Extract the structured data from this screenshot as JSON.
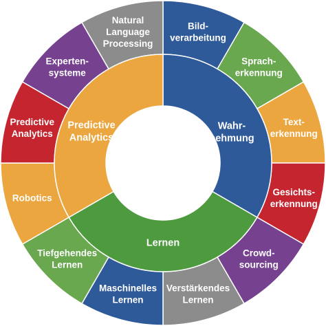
{
  "inner_ring": [
    {
      "label": [
        "Wahr-",
        "nehmung"
      ],
      "color": "#2f5a9a"
    },
    {
      "label": [
        "Lernen"
      ],
      "color": "#4e9a3f"
    },
    {
      "label": [
        "Predictive",
        "Analytics"
      ],
      "color": "#eba63f"
    }
  ],
  "outer_ring": [
    {
      "label": [
        "Bild-",
        "verarbeitung"
      ],
      "color": "#2f5a9a"
    },
    {
      "label": [
        "Sprach-",
        "erkennung"
      ],
      "color": "#6aa84f"
    },
    {
      "label": [
        "Text-",
        "erkennung"
      ],
      "color": "#eba63f"
    },
    {
      "label": [
        "Gesichts-",
        "erkennung"
      ],
      "color": "#c5252f"
    },
    {
      "label": [
        "Crowd-",
        "sourcing"
      ],
      "color": "#76418f"
    },
    {
      "label": [
        "Verstärkendes",
        "Lernen"
      ],
      "color": "#8c8c8c"
    },
    {
      "label": [
        "Maschinelles",
        "Lernen"
      ],
      "color": "#2f5a9a"
    },
    {
      "label": [
        "Tiefgehendes",
        "Lernen"
      ],
      "color": "#6aa84f"
    },
    {
      "label": [
        "Robotics"
      ],
      "color": "#eba63f"
    },
    {
      "label": [
        "Predictive",
        "Analytics"
      ],
      "color": "#c5252f"
    },
    {
      "label": [
        "Experten-",
        "systeme"
      ],
      "color": "#76418f"
    },
    {
      "label": [
        "Natural",
        "Language",
        "Processing"
      ],
      "color": "#8c8c8c"
    }
  ]
}
